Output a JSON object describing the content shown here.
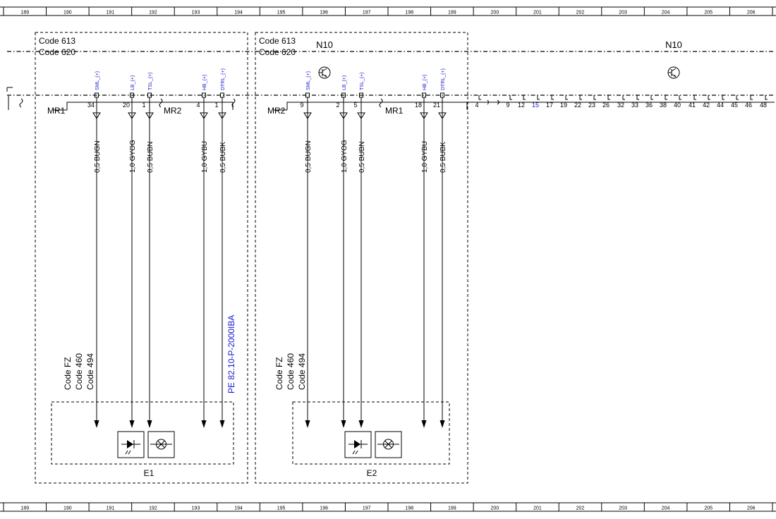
{
  "ruler": {
    "numbers": [
      "189",
      "190",
      "191",
      "192",
      "193",
      "194",
      "195",
      "196",
      "197",
      "198",
      "199",
      "200",
      "201",
      "202",
      "203",
      "204",
      "205",
      "206"
    ]
  },
  "blocks": [
    {
      "codes": [
        "Code 613",
        "Code 620"
      ],
      "n10": "",
      "connector_left": "MR1",
      "connector_right": "MR2",
      "pins": [
        {
          "num": "34",
          "signal": "SML_(+)",
          "wire": "0,5 BUGN"
        },
        {
          "num": "20",
          "signal": "LB_(+)",
          "wire": "1,0 GYOG"
        },
        {
          "num": "1",
          "signal": "TSL_(+)",
          "wire": "0,5 BUBN"
        },
        {
          "num": "4",
          "signal": "HB_(+)",
          "wire": "1,0 GYBU"
        },
        {
          "num": "1",
          "signal": "DTRL_(+)",
          "wire": "0,5 BUBK"
        }
      ],
      "side_codes": [
        "Code FZ",
        "Code 460",
        "Code 494"
      ],
      "reference": "PE 82.10-P-2000IBA",
      "component": "E1"
    },
    {
      "codes": [
        "Code 613",
        "Code 620"
      ],
      "n10": "N10",
      "connector_left": "MR2",
      "connector_right": "MR1",
      "pins": [
        {
          "num": "9",
          "signal": "SML_(+)",
          "wire": "0,5 BUGN"
        },
        {
          "num": "2",
          "signal": "LB_(+)",
          "wire": "1,0 GYOG"
        },
        {
          "num": "5",
          "signal": "TSL_(+)",
          "wire": "0,5 BUBN"
        },
        {
          "num": "18",
          "signal": "HB_(+)",
          "wire": "1,0 GYBU"
        },
        {
          "num": "21",
          "signal": "DTRL_(+)",
          "wire": "0,5 BUBK"
        }
      ],
      "side_codes": [
        "Code FZ",
        "Code 460",
        "Code 494"
      ],
      "reference": "",
      "component": "E2"
    }
  ],
  "right_n10": "N10",
  "right_pins": [
    {
      "label": "4",
      "highlight": false
    },
    {
      "label": "9",
      "highlight": false
    },
    {
      "label": "12",
      "highlight": false
    },
    {
      "label": "15",
      "highlight": true
    },
    {
      "label": "17",
      "highlight": false
    },
    {
      "label": "19",
      "highlight": false
    },
    {
      "label": "22",
      "highlight": false
    },
    {
      "label": "23",
      "highlight": false
    },
    {
      "label": "26",
      "highlight": false
    },
    {
      "label": "32",
      "highlight": false
    },
    {
      "label": "33",
      "highlight": false
    },
    {
      "label": "36",
      "highlight": false
    },
    {
      "label": "38",
      "highlight": false
    },
    {
      "label": "40",
      "highlight": false
    },
    {
      "label": "41",
      "highlight": false
    },
    {
      "label": "42",
      "highlight": false
    },
    {
      "label": "44",
      "highlight": false
    },
    {
      "label": "45",
      "highlight": false
    },
    {
      "label": "46",
      "highlight": false
    },
    {
      "label": "48",
      "highlight": false
    }
  ],
  "colors": {
    "line": "#000000",
    "link": "#1a1ad1",
    "background": "#ffffff"
  },
  "icons": [
    "transistor-icon",
    "led-diode-icon",
    "lamp-icon",
    "connector-pin-icon",
    "wire-break-icon"
  ]
}
